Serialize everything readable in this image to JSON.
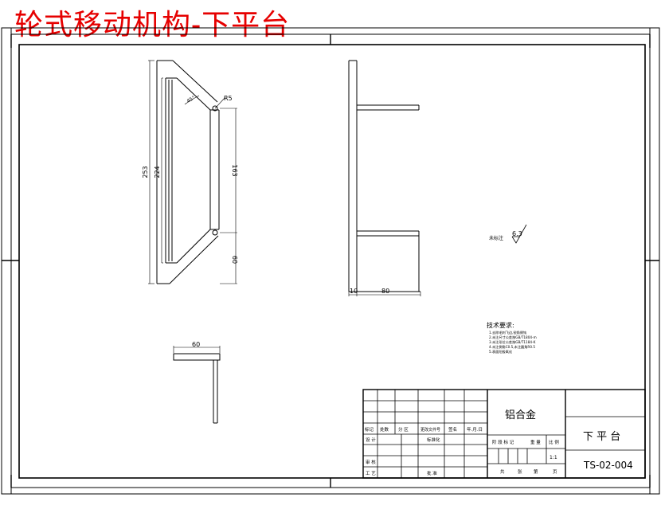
{
  "banner_title": "轮式移动机构-下平台",
  "dims": {
    "d253": "253",
    "d224": "224",
    "d163": "163",
    "d60a": "60",
    "r5": "R5",
    "a45": "45°",
    "d10": "10",
    "d80": "80",
    "d60b": "60"
  },
  "surface": {
    "label": "未标注",
    "value": "6.3"
  },
  "tech_title": "技术要求:",
  "tech_lines": [
    "1.去除毛刺飞边,锐角倒钝",
    "2.未注尺寸公差按GB/T1804-m",
    "3.未注形位公差按GB/T1184-K",
    "4.未注倒角C0.5,未注圆角R0.5",
    "5.表面阳极氧化"
  ],
  "titleblock": {
    "material": "铝合金",
    "part_name": "下 平 台",
    "drawing_no": "TS-02-004",
    "scale": "1:1",
    "revision_headers": [
      "标记",
      "处数",
      "分 区",
      "更改文件号",
      "签名",
      "年.月.日"
    ],
    "row_design": "设 计",
    "row_standard": "标准化",
    "row_check": "审 核",
    "row_process": "工 艺",
    "row_approve": "批 准",
    "stage_headers": [
      "阶 段 标 记",
      "重 量",
      "比 例"
    ],
    "sheets": [
      "共",
      "张",
      "第",
      "页"
    ]
  }
}
